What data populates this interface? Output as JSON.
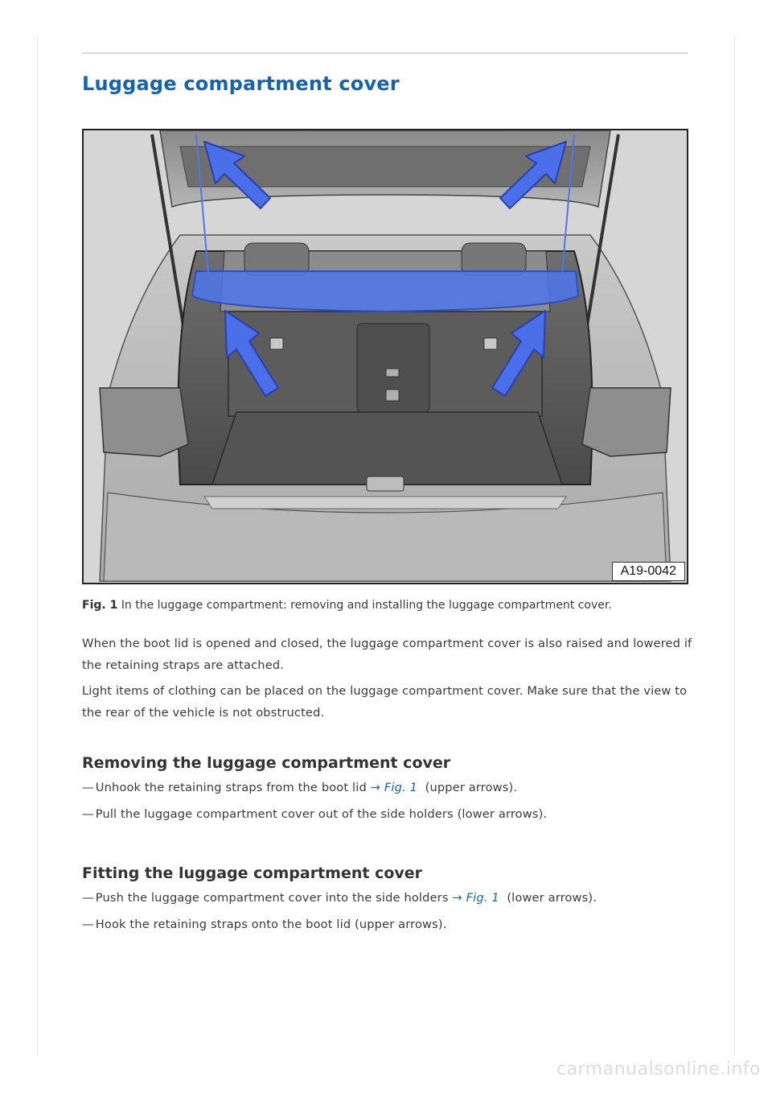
{
  "page": {
    "title": "Luggage compartment cover"
  },
  "figure": {
    "code": "A19-0042",
    "caption_label": "Fig. 1",
    "caption_text": "In the luggage compartment: removing and installing the luggage compartment cover.",
    "highlight_color": "#3f68e6"
  },
  "paragraphs": [
    "When the boot lid is opened and closed, the luggage compartment cover is also raised and lowered if the retaining straps are attached.",
    "Light items of clothing can be placed on the luggage compartment cover. Make sure that the view to the rear of the vehicle is not obstructed."
  ],
  "sections": [
    {
      "heading": "Removing the luggage compartment cover",
      "steps": [
        {
          "text": "Unhook the retaining straps from the boot lid",
          "ref_arrow": "→",
          "ref": "Fig. 1",
          "after": "(upper arrows)."
        },
        {
          "text": "Pull the luggage compartment cover out of the side holders (lower arrows)."
        }
      ]
    },
    {
      "heading": "Fitting the luggage compartment cover",
      "steps": [
        {
          "text": "Push the luggage compartment cover into the side holders",
          "ref_arrow": "→",
          "ref": "Fig. 1",
          "after": "(lower arrows)."
        },
        {
          "text": "Hook the retaining straps onto the boot lid (upper arrows)."
        }
      ]
    }
  ],
  "list_marker": "—",
  "watermark": "carmanualsonline.info",
  "colors": {
    "heading_blue": "#1464b4",
    "body_text": "#3a3a3a"
  }
}
